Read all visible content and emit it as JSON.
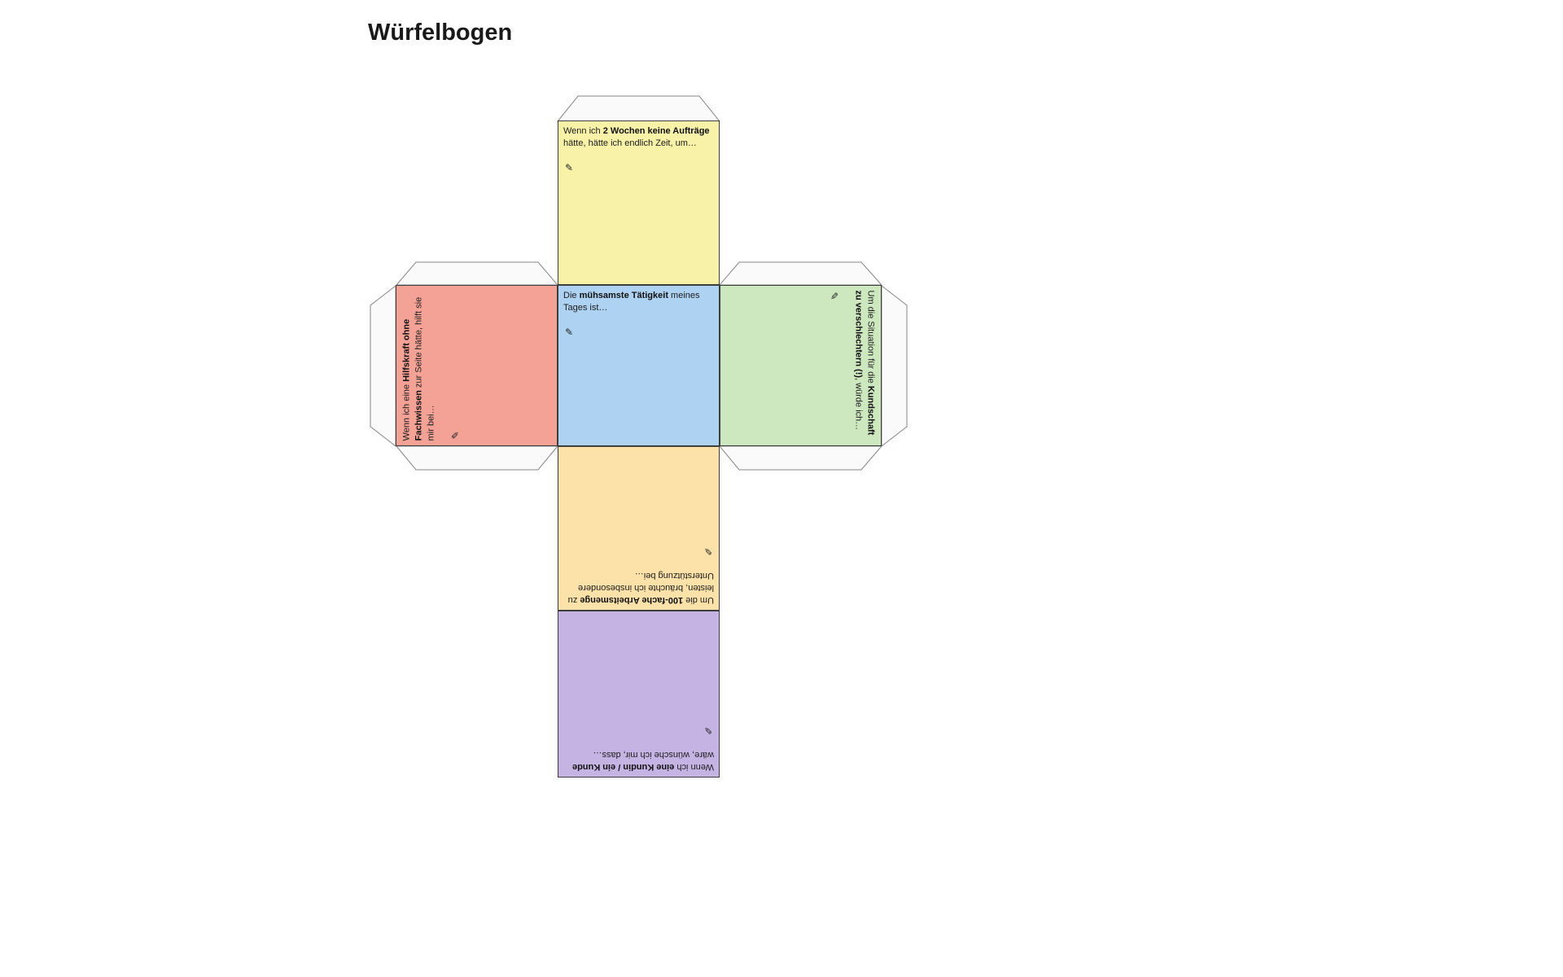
{
  "page": {
    "title": "Würfelbogen"
  },
  "icons": {
    "pencil": "✎"
  },
  "net": {
    "face_border": "#3d3d3d",
    "tab_fill": "#fafafa",
    "tab_stroke": "#858585"
  },
  "faces": [
    {
      "id": "auftraege",
      "color": "#f8f2a8",
      "text": {
        "pre": "Wenn ich ",
        "bold": "2 Wochen keine Aufträge",
        "post": " hätte, hätte ich endlich Zeit, um…"
      }
    },
    {
      "id": "hilfskraft",
      "color": "#f4a295",
      "text": {
        "pre": "Wenn ich eine ",
        "bold": "Hilfskraft ohne Fachwissen",
        "post": " zur Seite hätte, hilft sie mir bei…"
      }
    },
    {
      "id": "taetigkeit",
      "color": "#aed2f2",
      "text": {
        "pre": "Die ",
        "bold": "mühsamste Tätigkeit",
        "post": " meines Tages ist…"
      }
    },
    {
      "id": "kundschaft",
      "color": "#cde7bf",
      "text": {
        "pre": "Um die Situation für die ",
        "bold": "Kundschaft zu verschlechtern (!)",
        "post": ", würde ich…"
      }
    },
    {
      "id": "arbeitsmenge",
      "color": "#fce2a9",
      "text": {
        "pre": "Um die ",
        "bold": "100-fache Arbeitsmenge",
        "post": " zu leisten, bräuchte ich insbesondere Unterstützung bei…"
      }
    },
    {
      "id": "kunde",
      "color": "#c5b4e3",
      "text": {
        "pre": "Wenn ich ",
        "bold": "eine Kundin / ein Kunde",
        "post": " wäre, wünsche ich mir, dass…"
      }
    }
  ]
}
